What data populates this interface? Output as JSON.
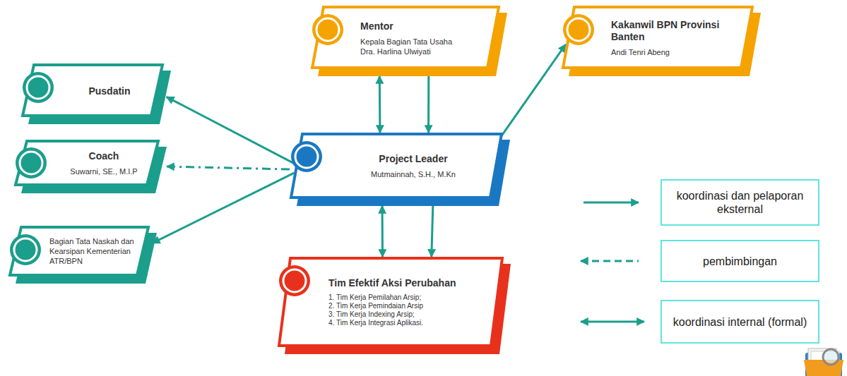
{
  "diagram": {
    "nodes": [
      {
        "text": [
          "Mentor",
          "Kepala Bagian Tata Usaha",
          "Dra. Harlina Ulwiyati"
        ]
      },
      {
        "text": [
          "Kakanwil BPN Provinsi Banten",
          "Andi Tenri Abeng"
        ]
      },
      {
        "text": [
          "Pusdatin"
        ]
      },
      {
        "text": [
          "Coach",
          "Suwarni, SE., M.I.P"
        ]
      },
      {
        "text": [
          "Project Leader",
          "Mutmainnah, S.H., M.Kn"
        ]
      },
      {
        "text": [
          "Bagian Tata Naskah dan Kearsipan Kementerian ATR/BPN"
        ]
      },
      {
        "text": [
          "Tim Efektif Aksi Perubahan",
          "1. Tim Kerja Pemilahan Arsip;",
          "2. Tim Kerja Pemindaian Arsip",
          "3. Tim Kerja Indexing Arsip;",
          "4. Tim Kerja Integrasi Aplikasi."
        ]
      }
    ],
    "edges": [
      {
        "from": 0,
        "to": 4,
        "arrow": "both"
      },
      {
        "from": 0,
        "to": 4,
        "arrow": "to"
      },
      {
        "from": 4,
        "to": 1,
        "arrow": "to"
      },
      {
        "from": 4,
        "to": 2,
        "arrow": "to"
      },
      {
        "from": 4,
        "to": 3,
        "arrow": "to"
      },
      {
        "from": 4,
        "to": 5,
        "arrow": "to"
      },
      {
        "from": 4,
        "to": 6,
        "arrow": "both"
      },
      {
        "from": 4,
        "to": 6,
        "arrow": "to"
      }
    ],
    "legend": [
      {
        "text": "koordinasi dan pelaporan eksternal"
      },
      {
        "text": "pembimbingan"
      },
      {
        "text": "koordinasi internal (formal)"
      }
    ]
  }
}
